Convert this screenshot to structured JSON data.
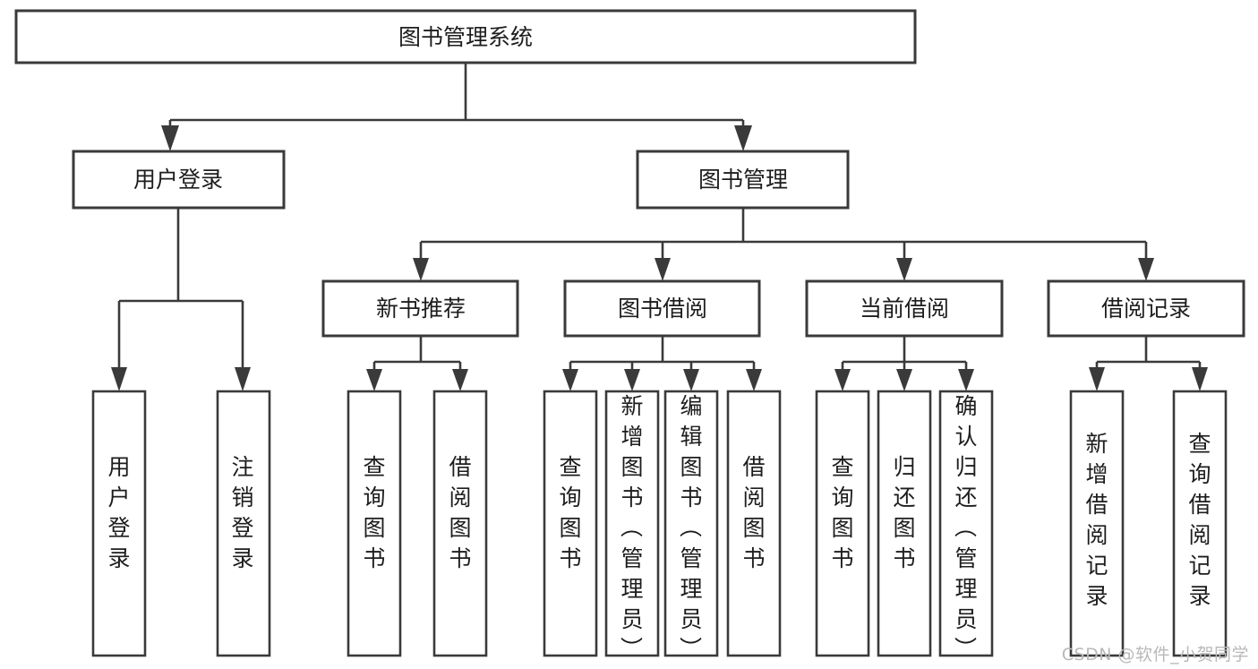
{
  "diagram": {
    "title": "图书管理系统",
    "type": "tree-hierarchy",
    "root": {
      "id": "root",
      "label": "图书管理系统",
      "orientation": "horizontal"
    },
    "level2": [
      {
        "id": "user-login",
        "label": "用户登录",
        "orientation": "horizontal"
      },
      {
        "id": "book-manage",
        "label": "图书管理",
        "orientation": "horizontal"
      }
    ],
    "level3": [
      {
        "id": "new-book-recommend",
        "label": "新书推荐",
        "parent": "book-manage",
        "orientation": "horizontal"
      },
      {
        "id": "book-borrow",
        "label": "图书借阅",
        "parent": "book-manage",
        "orientation": "horizontal"
      },
      {
        "id": "current-borrow",
        "label": "当前借阅",
        "parent": "book-manage",
        "orientation": "horizontal"
      },
      {
        "id": "borrow-record",
        "label": "借阅记录",
        "parent": "book-manage",
        "orientation": "horizontal"
      }
    ],
    "leaves": [
      {
        "id": "leaf-user-login",
        "label": "用户登录",
        "parent": "user-login",
        "orientation": "vertical"
      },
      {
        "id": "leaf-user-logout",
        "label": "注销登录",
        "parent": "user-login",
        "orientation": "vertical"
      },
      {
        "id": "leaf-query-book-1",
        "label": "查询图书",
        "parent": "new-book-recommend",
        "orientation": "vertical"
      },
      {
        "id": "leaf-borrow-book-1",
        "label": "借阅图书",
        "parent": "new-book-recommend",
        "orientation": "vertical"
      },
      {
        "id": "leaf-query-book-2",
        "label": "查询图书",
        "parent": "book-borrow",
        "orientation": "vertical"
      },
      {
        "id": "leaf-add-book",
        "label": "新增图书（管理员）",
        "parent": "book-borrow",
        "orientation": "vertical"
      },
      {
        "id": "leaf-edit-book",
        "label": "编辑图书（管理员）",
        "parent": "book-borrow",
        "orientation": "vertical"
      },
      {
        "id": "leaf-borrow-book-2",
        "label": "借阅图书",
        "parent": "book-borrow",
        "orientation": "vertical"
      },
      {
        "id": "leaf-query-book-3",
        "label": "查询图书",
        "parent": "current-borrow",
        "orientation": "vertical"
      },
      {
        "id": "leaf-return-book",
        "label": "归还图书",
        "parent": "current-borrow",
        "orientation": "vertical"
      },
      {
        "id": "leaf-confirm-return",
        "label": "确认归还（管理员）",
        "parent": "current-borrow",
        "orientation": "vertical"
      },
      {
        "id": "leaf-add-record",
        "label": "新增借阅记录",
        "parent": "borrow-record",
        "orientation": "vertical"
      },
      {
        "id": "leaf-query-record",
        "label": "查询借阅记录",
        "parent": "borrow-record",
        "orientation": "vertical"
      }
    ],
    "colors": {
      "stroke": "#3a3a3a",
      "fill": "#ffffff",
      "text": "#1d1d1d",
      "watermark": "#b9b9b9"
    }
  },
  "watermark": {
    "text": "CSDN @软件_小贺同学"
  }
}
